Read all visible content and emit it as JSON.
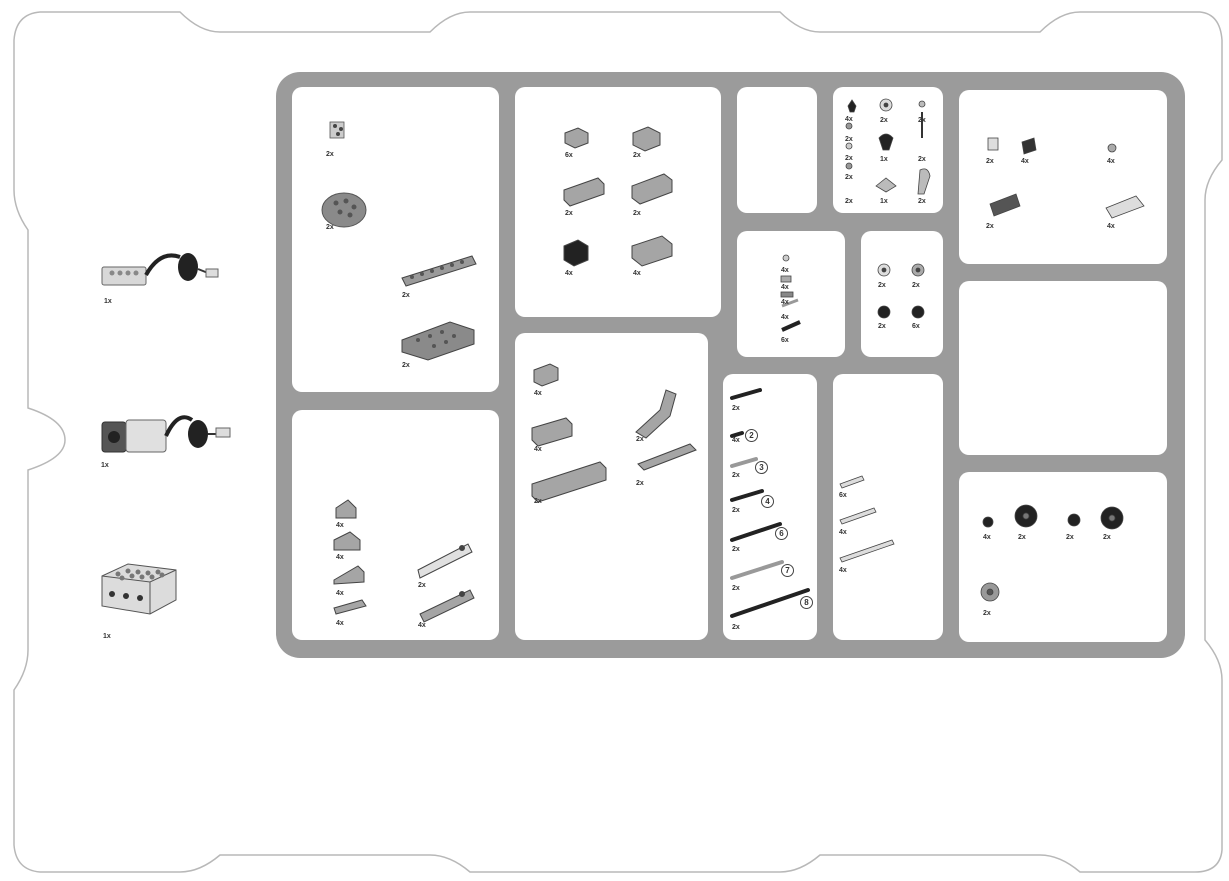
{
  "colors": {
    "tray_gray": "#9b9b9b",
    "compartment_white": "#ffffff",
    "outline": "#b8b8b8",
    "part_light": "#c8c8c8",
    "part_mid": "#8a8a8a",
    "part_dark": "#2a2a2a"
  },
  "external_parts": [
    {
      "name": "motion-sensor",
      "qty": "1x",
      "icon": "sensor-with-cable-icon"
    },
    {
      "name": "motor",
      "qty": "1x",
      "icon": "motor-with-cable-icon"
    },
    {
      "name": "smarthub",
      "qty": "1x",
      "icon": "hub-icon"
    }
  ],
  "compartments": {
    "c1": {
      "qty": [
        "2x",
        "2x",
        "2x",
        "2x"
      ]
    },
    "c2": {
      "qty": [
        "2x",
        "4x",
        "4x",
        "4x",
        "4x"
      ]
    },
    "c3": {
      "qty": [
        "6x",
        "2x",
        "2x",
        "2x",
        "4x",
        "4x"
      ]
    },
    "c4": {
      "qty": [
        "4x",
        "4x",
        "2x"
      ]
    },
    "c6": {
      "qty": [
        "4x",
        "2x",
        "2x",
        "2x",
        "2x",
        "1x",
        "2x",
        "2x",
        "1x",
        "2x"
      ]
    },
    "c7": {
      "qty": [
        "4x",
        "4x",
        "4x",
        "4x",
        "6x"
      ]
    },
    "c8": {
      "qty": [
        "2x",
        "2x",
        "2x",
        "6x"
      ]
    },
    "c9": {
      "qty": [
        "2x",
        "4x",
        "2x",
        "2x",
        "2x",
        "2x",
        "2x"
      ],
      "lengths": [
        "2",
        "3",
        "4",
        "6",
        "7",
        "8"
      ]
    },
    "c10": {
      "qty": [
        "6x",
        "4x",
        "4x"
      ]
    },
    "c11": {
      "qty": [
        "2x",
        "4x",
        "4x",
        "2x",
        "4x"
      ]
    },
    "c13": {
      "qty": [
        "4x",
        "2x",
        "2x",
        "2x",
        "2x"
      ]
    }
  }
}
